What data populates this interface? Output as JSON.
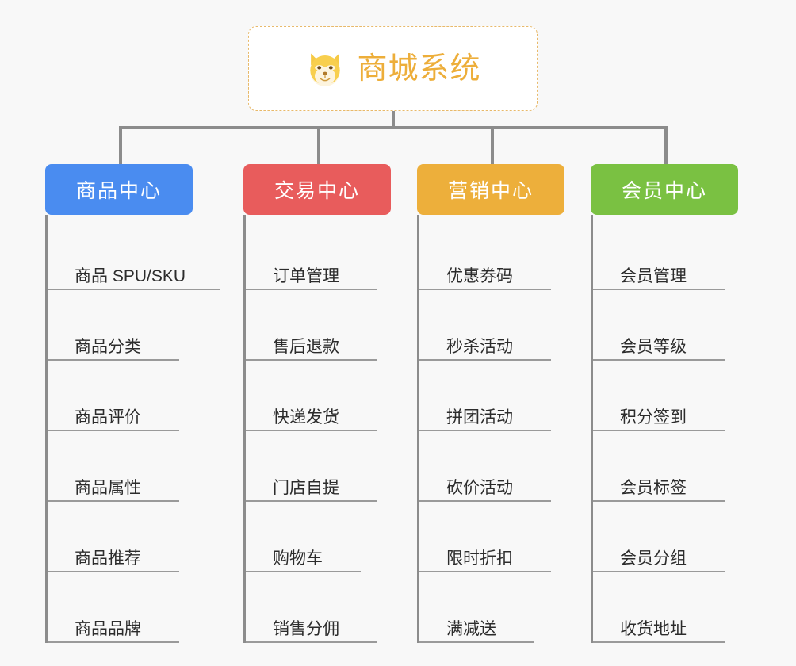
{
  "diagram": {
    "title": "商城系统",
    "root": {
      "label": "商城系统",
      "icon": "shiba-dog-icon",
      "text_color": "#edae3a",
      "border_color": "#e8b96a",
      "background": "#ffffff"
    },
    "background_color": "#f8f8f8",
    "connector_color": "#8c8c8c",
    "branches": [
      {
        "label": "商品中心",
        "color": "#4a8cf0",
        "items": [
          "商品 SPU/SKU",
          "商品分类",
          "商品评价",
          "商品属性",
          "商品推荐",
          "商品品牌"
        ]
      },
      {
        "label": "交易中心",
        "color": "#e85c5c",
        "items": [
          "订单管理",
          "售后退款",
          "快递发货",
          "门店自提",
          "购物车",
          "销售分佣"
        ]
      },
      {
        "label": "营销中心",
        "color": "#edaf3b",
        "items": [
          "优惠券码",
          "秒杀活动",
          "拼团活动",
          "砍价活动",
          "限时折扣",
          "满减送"
        ]
      },
      {
        "label": "会员中心",
        "color": "#7ac142",
        "items": [
          "会员管理",
          "会员等级",
          "积分签到",
          "会员标签",
          "会员分组",
          "收货地址"
        ]
      }
    ]
  }
}
